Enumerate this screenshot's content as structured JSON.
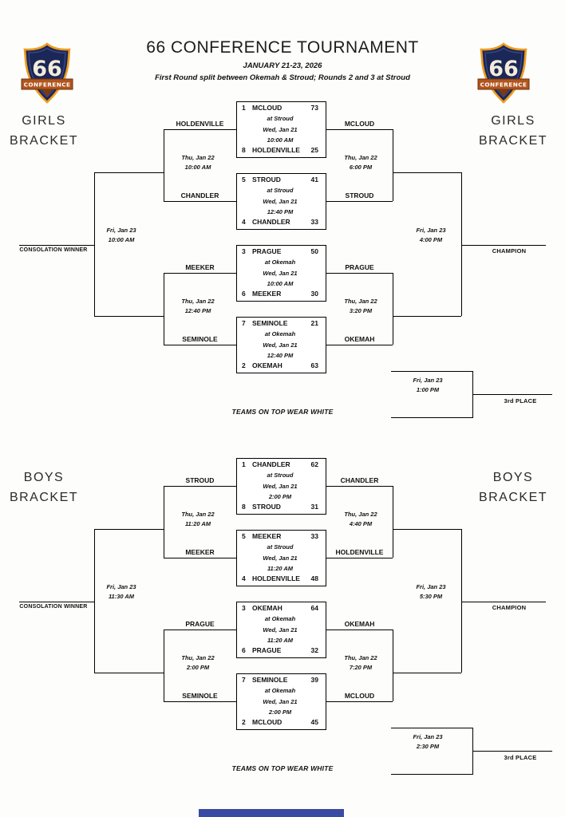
{
  "page": {
    "title": "66 CONFERENCE TOURNAMENT",
    "dates": "JANUARY 21-23, 2026",
    "subtitle": "First Round split between Okemah & Stroud; Rounds 2 and 3 at Stroud"
  },
  "logo": {
    "number": "66",
    "banner": "CONFERENCE"
  },
  "labels": {
    "consolation_winner": "CONSOLATION WINNER",
    "champion": "CHAMPION",
    "third_place": "3rd PLACE",
    "teams_note": "TEAMS ON TOP WEAR WHITE"
  },
  "brackets": [
    {
      "name": "GIRLS",
      "name_line2": "BRACKET",
      "games": [
        {
          "top_seed": "1",
          "top_team": "MCLOUD",
          "top_score": "73",
          "venue": "at Stroud",
          "date": "Wed, Jan 21",
          "time": "10:00 AM",
          "bottom_seed": "8",
          "bottom_team": "HOLDENVILLE",
          "bottom_score": "25",
          "winner": "MCLOUD",
          "loser": "HOLDENVILLE"
        },
        {
          "top_seed": "5",
          "top_team": "STROUD",
          "top_score": "41",
          "venue": "at Stroud",
          "date": "Wed, Jan 21",
          "time": "12:40 PM",
          "bottom_seed": "4",
          "bottom_team": "CHANDLER",
          "bottom_score": "33",
          "winner": "STROUD",
          "loser": "CHANDLER"
        },
        {
          "top_seed": "3",
          "top_team": "PRAGUE",
          "top_score": "50",
          "venue": "at Okemah",
          "date": "Wed, Jan 21",
          "time": "10:00 AM",
          "bottom_seed": "6",
          "bottom_team": "MEEKER",
          "bottom_score": "30",
          "winner": "PRAGUE",
          "loser": "MEEKER"
        },
        {
          "top_seed": "7",
          "top_team": "SEMINOLE",
          "top_score": "21",
          "venue": "at Okemah",
          "date": "Wed, Jan 21",
          "time": "12:40 PM",
          "bottom_seed": "2",
          "bottom_team": "OKEMAH",
          "bottom_score": "63",
          "winner": "OKEMAH",
          "loser": "SEMINOLE"
        }
      ],
      "consolation_semi_top": {
        "date": "Thu, Jan 22",
        "time": "10:00 AM"
      },
      "consolation_semi_bottom": {
        "date": "Thu, Jan 22",
        "time": "12:40 PM"
      },
      "consolation_final": {
        "date": "Fri, Jan 23",
        "time": "10:00 AM"
      },
      "semifinal_top": {
        "date": "Thu, Jan 22",
        "time": "6:00 PM"
      },
      "semifinal_bottom": {
        "date": "Thu, Jan 22",
        "time": "3:20 PM"
      },
      "championship": {
        "date": "Fri, Jan 23",
        "time": "4:00 PM"
      },
      "third_place_game": {
        "date": "Fri, Jan 23",
        "time": "1:00 PM"
      }
    },
    {
      "name": "BOYS",
      "name_line2": "BRACKET",
      "games": [
        {
          "top_seed": "1",
          "top_team": "CHANDLER",
          "top_score": "62",
          "venue": "at Stroud",
          "date": "Wed, Jan 21",
          "time": "2:00 PM",
          "bottom_seed": "8",
          "bottom_team": "STROUD",
          "bottom_score": "31",
          "winner": "CHANDLER",
          "loser": "STROUD"
        },
        {
          "top_seed": "5",
          "top_team": "MEEKER",
          "top_score": "33",
          "venue": "at Stroud",
          "date": "Wed, Jan 21",
          "time": "11:20 AM",
          "bottom_seed": "4",
          "bottom_team": "HOLDENVILLE",
          "bottom_score": "48",
          "winner": "HOLDENVILLE",
          "loser": "MEEKER"
        },
        {
          "top_seed": "3",
          "top_team": "OKEMAH",
          "top_score": "64",
          "venue": "at Okemah",
          "date": "Wed, Jan 21",
          "time": "11:20 AM",
          "bottom_seed": "6",
          "bottom_team": "PRAGUE",
          "bottom_score": "32",
          "winner": "OKEMAH",
          "loser": "PRAGUE"
        },
        {
          "top_seed": "7",
          "top_team": "SEMINOLE",
          "top_score": "39",
          "venue": "at Okemah",
          "date": "Wed, Jan 21",
          "time": "2:00 PM",
          "bottom_seed": "2",
          "bottom_team": "MCLOUD",
          "bottom_score": "45",
          "winner": "MCLOUD",
          "loser": "SEMINOLE"
        }
      ],
      "consolation_semi_top": {
        "date": "Thu, Jan 22",
        "time": "11:20 AM"
      },
      "consolation_semi_bottom": {
        "date": "Thu, Jan 22",
        "time": "2:00 PM"
      },
      "consolation_final": {
        "date": "Fri, Jan 23",
        "time": "11:30 AM"
      },
      "semifinal_top": {
        "date": "Thu, Jan 22",
        "time": "4:40 PM"
      },
      "semifinal_bottom": {
        "date": "Thu, Jan 22",
        "time": "7:20 PM"
      },
      "championship": {
        "date": "Fri, Jan 23",
        "time": "5:30 PM"
      },
      "third_place_game": {
        "date": "Fri, Jan 23",
        "time": "2:30 PM"
      }
    }
  ]
}
